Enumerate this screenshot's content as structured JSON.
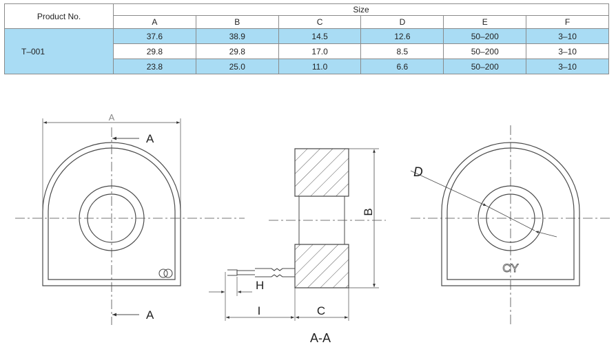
{
  "table": {
    "product_header": "Product No.",
    "size_header": "Size",
    "columns": [
      "A",
      "B",
      "C",
      "D",
      "E",
      "F"
    ],
    "product": "T–001",
    "rows": [
      [
        "37.6",
        "38.9",
        "14.5",
        "12.6",
        "50–200",
        "3–10"
      ],
      [
        "29.8",
        "29.8",
        "17.0",
        "8.5",
        "50–200",
        "3–10"
      ],
      [
        "23.8",
        "25.0",
        "11.0",
        "6.6",
        "50–200",
        "3–10"
      ]
    ]
  },
  "drawing": {
    "front_view": {
      "dim_top": "A",
      "section_mark_top": "A",
      "section_mark_bottom": "A"
    },
    "side_view": {
      "dim_height": "B",
      "dim_lead_tip": "H",
      "dim_lead_length": "I",
      "dim_thickness": "C",
      "caption": "A-A"
    },
    "back_view": {
      "dim_diameter": "D",
      "marking": "CY"
    },
    "colors": {
      "table_highlight": "#a9dcf4",
      "line": "#4a4a4a"
    }
  }
}
